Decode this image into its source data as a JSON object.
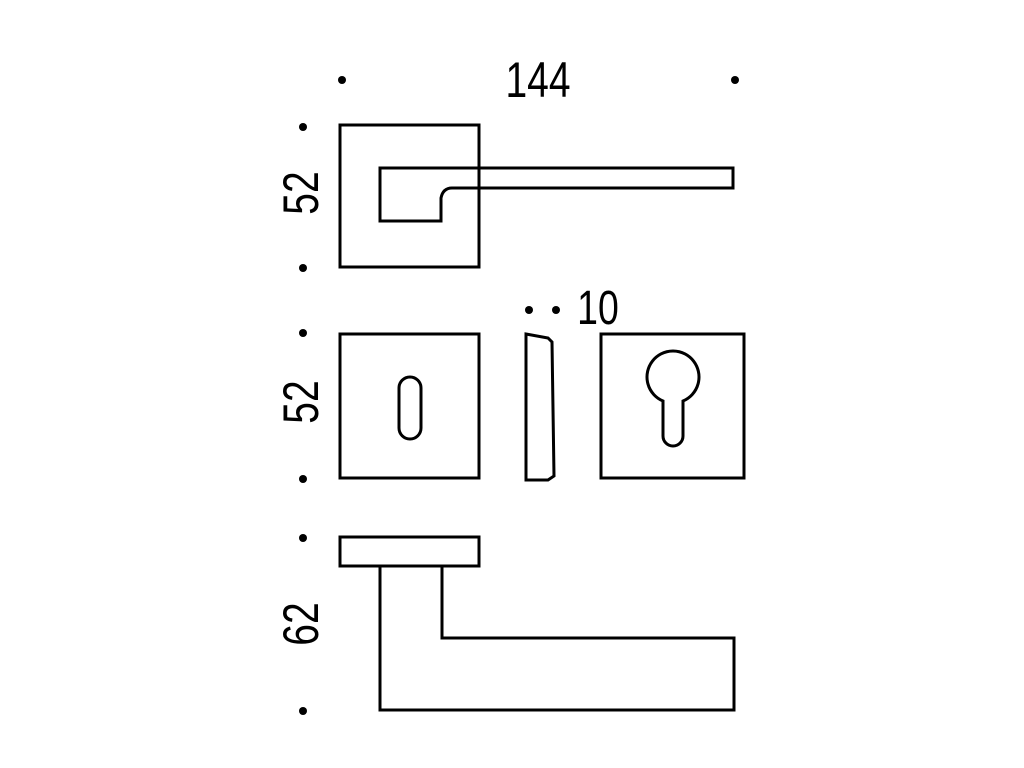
{
  "dimensions": {
    "total_width": "144",
    "rose_height": "52",
    "escutcheon_height": "52",
    "escutcheon_thickness": "10",
    "handle_projection": "62"
  },
  "colors": {
    "line": "#000000",
    "background": "#ffffff"
  }
}
